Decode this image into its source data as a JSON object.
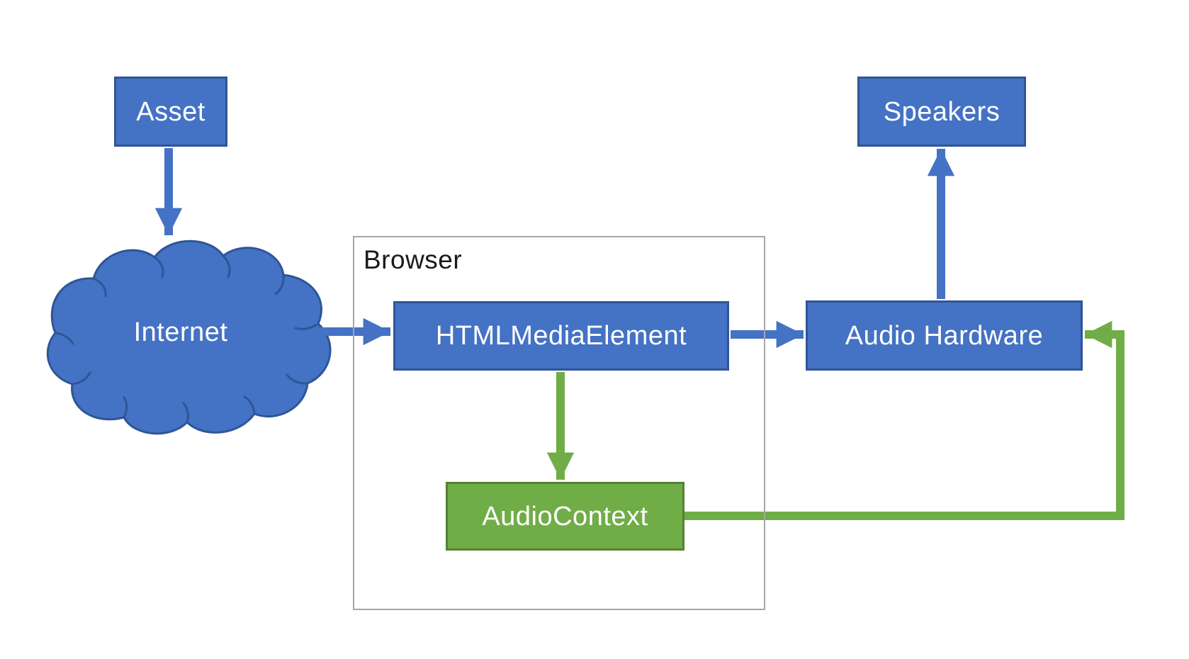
{
  "diagram": {
    "description": "Audio flow diagram: media asset travels from the Internet into the browser, through HTMLMediaElement and AudioContext, out to audio hardware and speakers",
    "nodes": {
      "asset": {
        "label": "Asset",
        "shape": "rectangle",
        "color_role": "blue"
      },
      "internet": {
        "label": "Internet",
        "shape": "cloud",
        "color_role": "blue"
      },
      "browser": {
        "label": "Browser",
        "shape": "container",
        "color_role": "gray-outline"
      },
      "html_media_element": {
        "label": "HTMLMediaElement",
        "shape": "rectangle",
        "color_role": "blue"
      },
      "audio_context": {
        "label": "AudioContext",
        "shape": "rectangle",
        "color_role": "green"
      },
      "audio_hardware": {
        "label": "Audio Hardware",
        "shape": "rectangle",
        "color_role": "blue"
      },
      "speakers": {
        "label": "Speakers",
        "shape": "rectangle",
        "color_role": "blue"
      }
    },
    "edges": [
      {
        "from": "asset",
        "to": "internet",
        "color": "#4472C4",
        "style": "arrow-down"
      },
      {
        "from": "internet",
        "to": "html_media_element",
        "color": "#4472C4",
        "style": "arrow-right"
      },
      {
        "from": "html_media_element",
        "to": "audio_hardware",
        "color": "#4472C4",
        "style": "arrow-right"
      },
      {
        "from": "audio_hardware",
        "to": "speakers",
        "color": "#4472C4",
        "style": "arrow-up"
      },
      {
        "from": "html_media_element",
        "to": "audio_context",
        "color": "#70AD47",
        "style": "arrow-down"
      },
      {
        "from": "audio_context",
        "to": "audio_hardware",
        "color": "#70AD47",
        "style": "elbow-right-up-left"
      }
    ],
    "colors": {
      "blue_fill": "#4472C4",
      "blue_border": "#2F5597",
      "green_fill": "#70AD47",
      "green_border": "#548235",
      "container_border": "#A6A6A6",
      "label_light": "#FFFFFF",
      "label_dark": "#1A1A1A",
      "background": "#FFFFFF"
    }
  }
}
